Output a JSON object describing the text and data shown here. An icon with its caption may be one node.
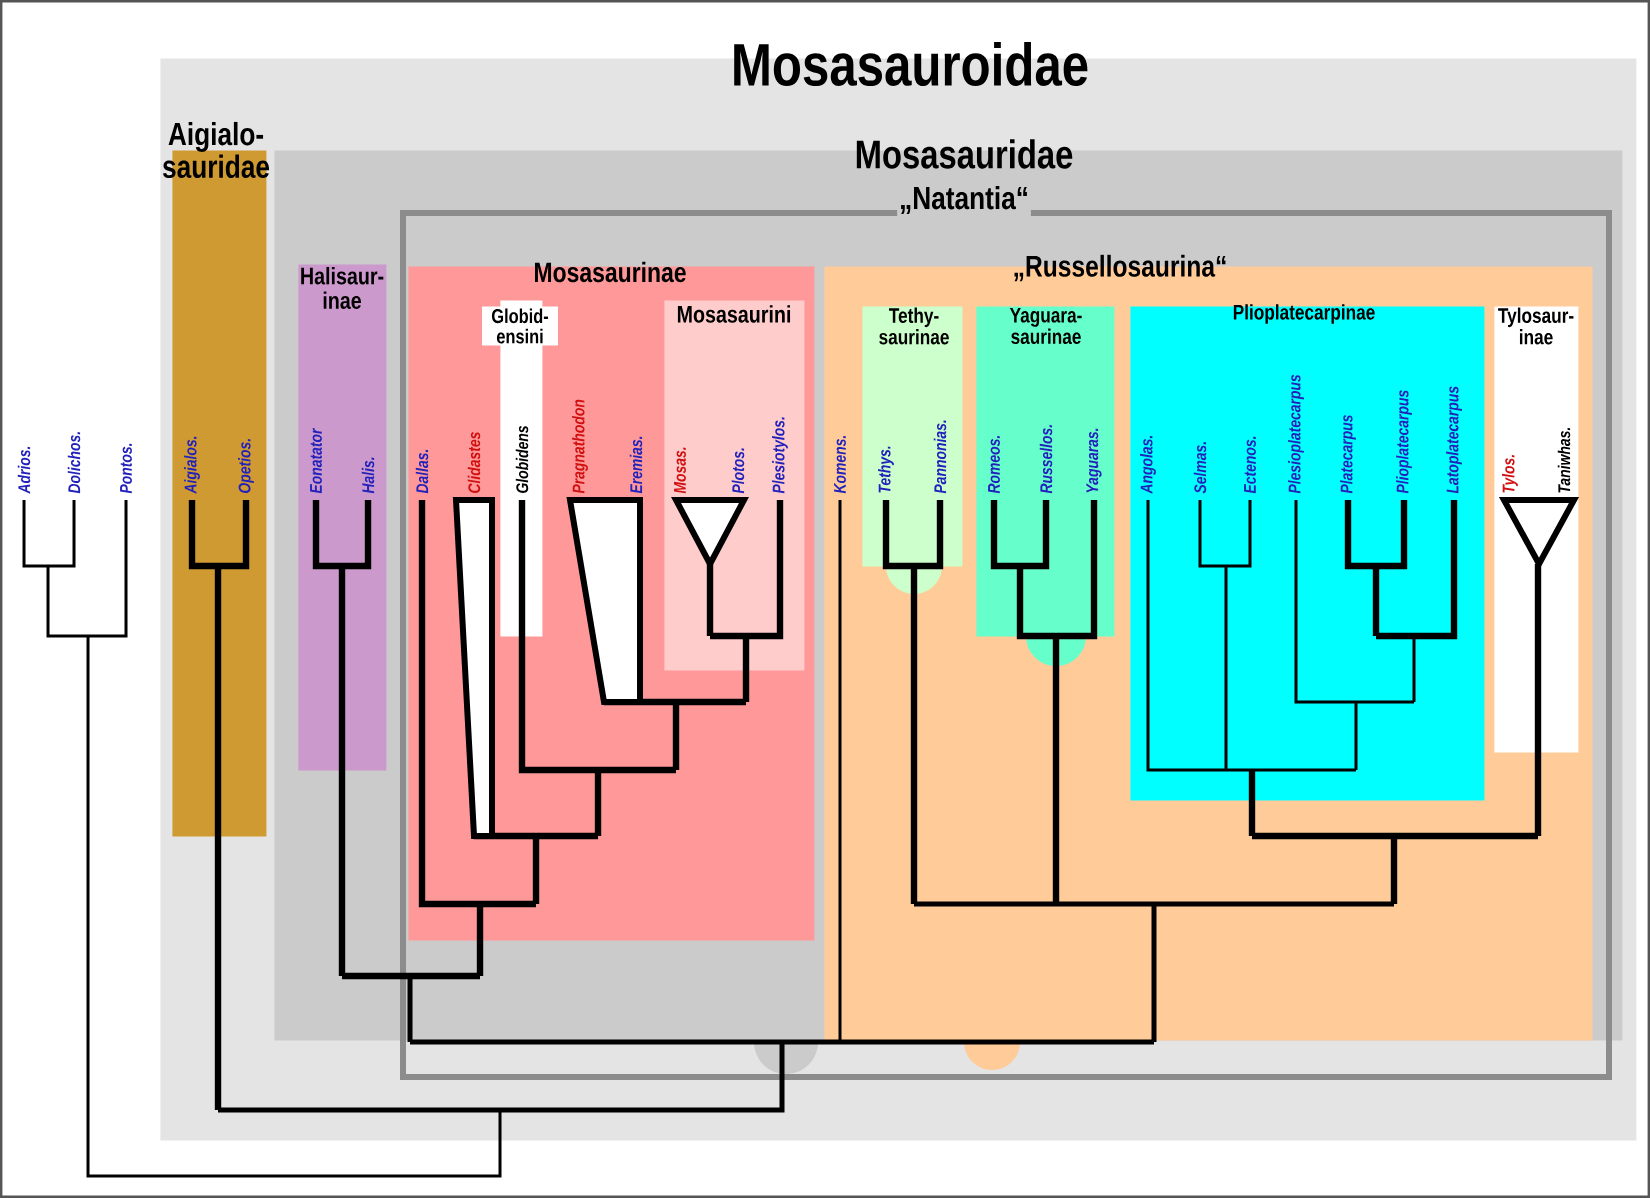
{
  "diagram": {
    "nodes": [
      {
        "text": [
          "Mosasauroidae"
        ]
      },
      {
        "text": [
          "Aigialo- sauridae"
        ],
        "in": 0
      },
      {
        "text": [
          "Mosasauridae"
        ],
        "in": 0
      },
      {
        "text": [
          "„Natantia“"
        ],
        "in": 2
      },
      {
        "text": [
          "Halisaur- inae"
        ],
        "in": 2
      },
      {
        "text": [
          "Mosasaurinae"
        ],
        "in": 3
      },
      {
        "text": [
          "Globid- ensini"
        ],
        "in": 5
      },
      {
        "text": [
          "Mosasaurini"
        ],
        "in": 5
      },
      {
        "text": [
          "„Russellosaurina“"
        ],
        "in": 3
      },
      {
        "text": [
          "Tethy- saurinae"
        ],
        "in": 8
      },
      {
        "text": [
          "Yaguara- saurinae"
        ],
        "in": 8
      },
      {
        "text": [
          "Plioplatecarpinae"
        ],
        "in": 8
      },
      {
        "text": [
          "Tylosaur- inae"
        ],
        "in": 8
      },
      {
        "text": [
          "Adrios."
        ]
      },
      {
        "text": [
          "Dolichos."
        ]
      },
      {
        "text": [
          "Pontos."
        ]
      },
      {
        "text": [
          "Aigialos."
        ],
        "in": 1
      },
      {
        "text": [
          "Opetios."
        ],
        "in": 1
      },
      {
        "text": [
          "Eonatator"
        ],
        "in": 4
      },
      {
        "text": [
          "Halis."
        ],
        "in": 4
      },
      {
        "text": [
          "Dallas."
        ],
        "in": 5
      },
      {
        "text": [
          "Clidastes"
        ],
        "in": 5
      },
      {
        "text": [
          "Globidens"
        ],
        "in": 6
      },
      {
        "text": [
          "Pragnathodon"
        ],
        "in": 5
      },
      {
        "text": [
          "Eremias."
        ],
        "in": 5
      },
      {
        "text": [
          "Mosas."
        ],
        "in": 7
      },
      {
        "text": [
          "Plotos."
        ],
        "in": 7
      },
      {
        "text": [
          "Plesiotylos."
        ],
        "in": 7
      },
      {
        "text": [
          "Komens."
        ],
        "in": 8
      },
      {
        "text": [
          "Tethys."
        ],
        "in": 9
      },
      {
        "text": [
          "Pannonias."
        ],
        "in": 9
      },
      {
        "text": [
          "Romeos."
        ],
        "in": 10
      },
      {
        "text": [
          "Russellos."
        ],
        "in": 10
      },
      {
        "text": [
          "Yaguaras."
        ],
        "in": 10
      },
      {
        "text": [
          "Angolas."
        ],
        "in": 11
      },
      {
        "text": [
          "Selmas."
        ],
        "in": 11
      },
      {
        "text": [
          "Ectenos."
        ],
        "in": 11
      },
      {
        "text": [
          "Plesioplatecarpus"
        ],
        "in": 11
      },
      {
        "text": [
          "Platecarpus"
        ],
        "in": 11
      },
      {
        "text": [
          "Plioplatecarpus"
        ],
        "in": 11
      },
      {
        "text": [
          "Latoplatecarpus"
        ],
        "in": 11
      },
      {
        "text": [
          "Tylos."
        ],
        "in": 12
      },
      {
        "text": [
          "Taniwhas."
        ],
        "in": 12
      },
      {
        "text": [],
        "shape": "triangle",
        "in": 7
      },
      {
        "text": [],
        "shape": "triangle",
        "in": 12
      }
    ]
  }
}
